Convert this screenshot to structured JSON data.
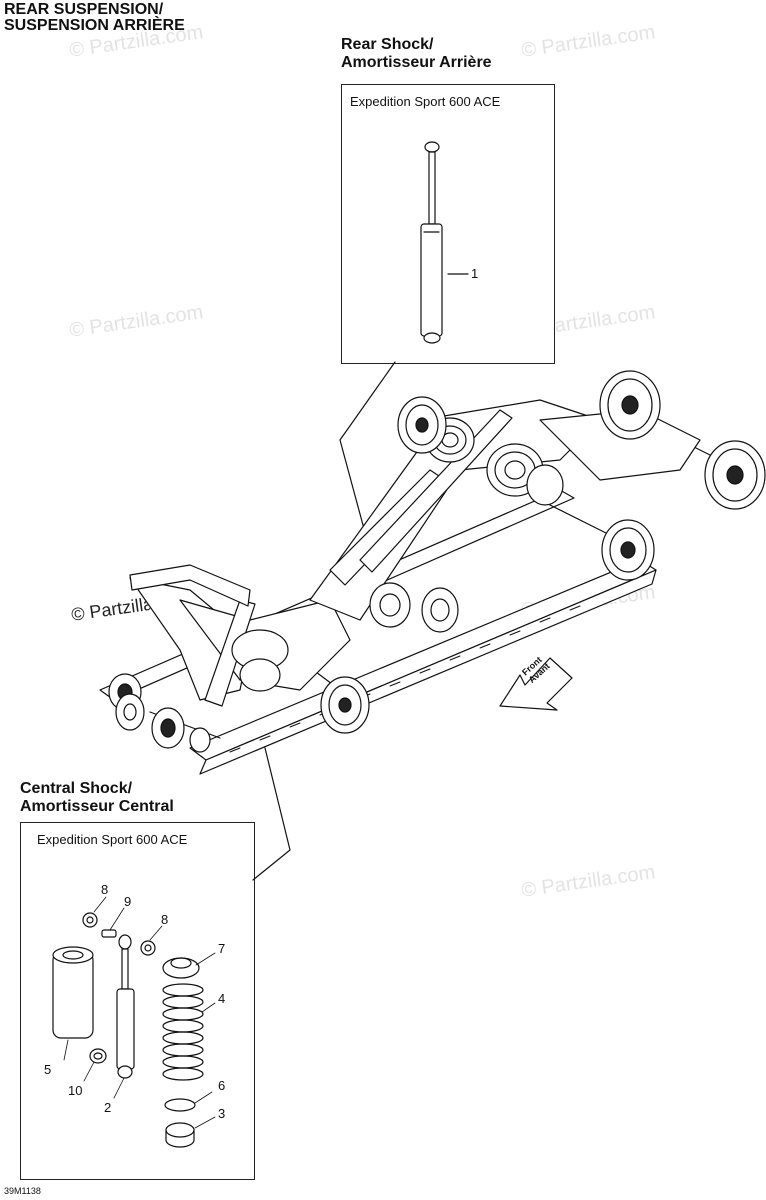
{
  "header": {
    "title_line1": "REAR SUSPENSION/",
    "title_line2": "SUSPENSION ARRIÈRE"
  },
  "rear_shock": {
    "title_line1": "Rear Shock/",
    "title_line2": "Amortisseur Arrière",
    "model": "Expedition Sport 600 ACE",
    "callouts": [
      "1"
    ]
  },
  "central_shock": {
    "title_line1": "Central Shock/",
    "title_line2": "Amortisseur Central",
    "model": "Expedition Sport 600 ACE",
    "callouts": [
      "8",
      "9",
      "8",
      "7",
      "4",
      "5",
      "10",
      "2",
      "6",
      "3"
    ]
  },
  "front_arrow": {
    "line1": "Front",
    "line2": "Avant"
  },
  "watermark": "© Partzilla.com",
  "diagram_code": "39M1138"
}
